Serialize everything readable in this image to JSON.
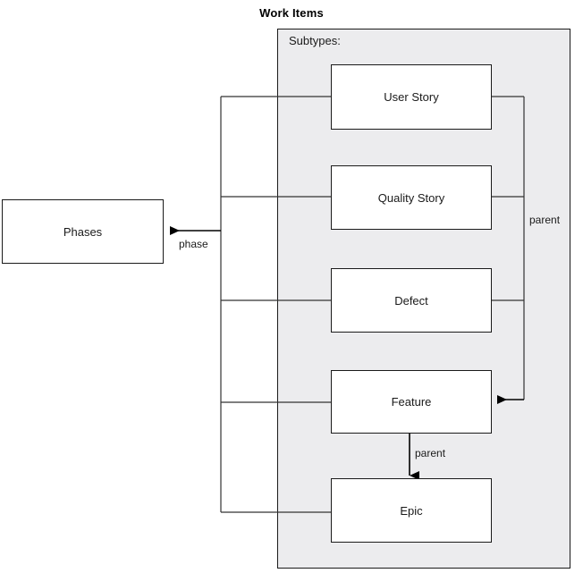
{
  "diagram": {
    "title": "Work Items",
    "group": {
      "label": "Subtypes:",
      "fill_color": "#ececee",
      "stroke_color": "#1a1a1a"
    },
    "nodes": {
      "phases": "Phases",
      "user_story": "User Story",
      "quality_story": "Quality Story",
      "defect": "Defect",
      "feature": "Feature",
      "epic": "Epic"
    },
    "edge_labels": {
      "phase": "phase",
      "parent_right": "parent",
      "parent_feature_epic": "parent"
    }
  }
}
